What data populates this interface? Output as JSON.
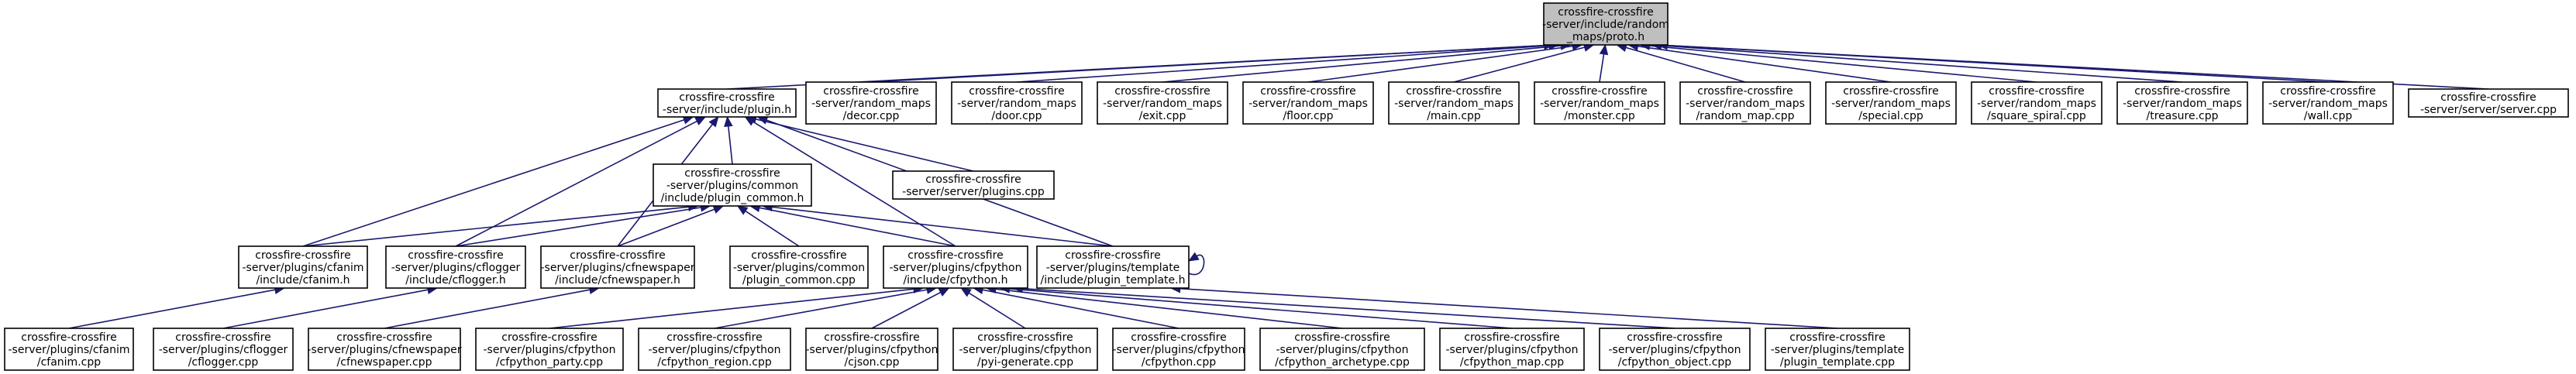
{
  "nodes": [
    {
      "id": "proto",
      "lines": [
        "crossfire-crossfire",
        "-server/include/random",
        "_maps/proto.h"
      ],
      "root": true
    },
    {
      "id": "plugin_h",
      "lines": [
        "crossfire-crossfire",
        "-server/include/plugin.h"
      ]
    },
    {
      "id": "decor",
      "lines": [
        "crossfire-crossfire",
        "-server/random_maps",
        "/decor.cpp"
      ]
    },
    {
      "id": "door",
      "lines": [
        "crossfire-crossfire",
        "-server/random_maps",
        "/door.cpp"
      ]
    },
    {
      "id": "exit",
      "lines": [
        "crossfire-crossfire",
        "-server/random_maps",
        "/exit.cpp"
      ]
    },
    {
      "id": "floor",
      "lines": [
        "crossfire-crossfire",
        "-server/random_maps",
        "/floor.cpp"
      ]
    },
    {
      "id": "main",
      "lines": [
        "crossfire-crossfire",
        "-server/random_maps",
        "/main.cpp"
      ]
    },
    {
      "id": "monster",
      "lines": [
        "crossfire-crossfire",
        "-server/random_maps",
        "/monster.cpp"
      ]
    },
    {
      "id": "random_map",
      "lines": [
        "crossfire-crossfire",
        "-server/random_maps",
        "/random_map.cpp"
      ]
    },
    {
      "id": "special",
      "lines": [
        "crossfire-crossfire",
        "-server/random_maps",
        "/special.cpp"
      ]
    },
    {
      "id": "square_spiral",
      "lines": [
        "crossfire-crossfire",
        "-server/random_maps",
        "/square_spiral.cpp"
      ]
    },
    {
      "id": "treasure",
      "lines": [
        "crossfire-crossfire",
        "-server/random_maps",
        "/treasure.cpp"
      ]
    },
    {
      "id": "wall",
      "lines": [
        "crossfire-crossfire",
        "-server/random_maps",
        "/wall.cpp"
      ]
    },
    {
      "id": "server",
      "lines": [
        "crossfire-crossfire",
        "-server/server/server.cpp"
      ]
    },
    {
      "id": "plugin_common_h",
      "lines": [
        "crossfire-crossfire",
        "-server/plugins/common",
        "/include/plugin_common.h"
      ]
    },
    {
      "id": "plugins_cpp",
      "lines": [
        "crossfire-crossfire",
        "-server/server/plugins.cpp"
      ]
    },
    {
      "id": "cfanim_h",
      "lines": [
        "crossfire-crossfire",
        "-server/plugins/cfanim",
        "/include/cfanim.h"
      ]
    },
    {
      "id": "cflogger_h",
      "lines": [
        "crossfire-crossfire",
        "-server/plugins/cflogger",
        "/include/cflogger.h"
      ]
    },
    {
      "id": "cfnewspaper_h",
      "lines": [
        "crossfire-crossfire",
        "-server/plugins/cfnewspaper",
        "/include/cfnewspaper.h"
      ]
    },
    {
      "id": "plugin_common_cpp",
      "lines": [
        "crossfire-crossfire",
        "-server/plugins/common",
        "/plugin_common.cpp"
      ]
    },
    {
      "id": "cfpython_h",
      "lines": [
        "crossfire-crossfire",
        "-server/plugins/cfpython",
        "/include/cfpython.h"
      ]
    },
    {
      "id": "plugin_template_h",
      "lines": [
        "crossfire-crossfire",
        "-server/plugins/template",
        "/include/plugin_template.h"
      ]
    },
    {
      "id": "cfanim_cpp",
      "lines": [
        "crossfire-crossfire",
        "-server/plugins/cfanim",
        "/cfanim.cpp"
      ]
    },
    {
      "id": "cflogger_cpp",
      "lines": [
        "crossfire-crossfire",
        "-server/plugins/cflogger",
        "/cflogger.cpp"
      ]
    },
    {
      "id": "cfnewspaper_cpp",
      "lines": [
        "crossfire-crossfire",
        "-server/plugins/cfnewspaper",
        "/cfnewspaper.cpp"
      ]
    },
    {
      "id": "cfpython_party",
      "lines": [
        "crossfire-crossfire",
        "-server/plugins/cfpython",
        "/cfpython_party.cpp"
      ]
    },
    {
      "id": "cfpython_region",
      "lines": [
        "crossfire-crossfire",
        "-server/plugins/cfpython",
        "/cfpython_region.cpp"
      ]
    },
    {
      "id": "cjson",
      "lines": [
        "crossfire-crossfire",
        "-server/plugins/cfpython",
        "/cjson.cpp"
      ]
    },
    {
      "id": "pyi_generate",
      "lines": [
        "crossfire-crossfire",
        "-server/plugins/cfpython",
        "/pyi-generate.cpp"
      ]
    },
    {
      "id": "cfpython_cpp",
      "lines": [
        "crossfire-crossfire",
        "-server/plugins/cfpython",
        "/cfpython.cpp"
      ]
    },
    {
      "id": "cfpython_archetype",
      "lines": [
        "crossfire-crossfire",
        "-server/plugins/cfpython",
        "/cfpython_archetype.cpp"
      ]
    },
    {
      "id": "cfpython_map",
      "lines": [
        "crossfire-crossfire",
        "-server/plugins/cfpython",
        "/cfpython_map.cpp"
      ]
    },
    {
      "id": "cfpython_object",
      "lines": [
        "crossfire-crossfire",
        "-server/plugins/cfpython",
        "/cfpython_object.cpp"
      ]
    },
    {
      "id": "plugin_template_cpp",
      "lines": [
        "crossfire-crossfire",
        "-server/plugins/template",
        "/plugin_template.cpp"
      ]
    }
  ],
  "edges": [
    [
      "plugin_h",
      "proto"
    ],
    [
      "decor",
      "proto"
    ],
    [
      "door",
      "proto"
    ],
    [
      "exit",
      "proto"
    ],
    [
      "floor",
      "proto"
    ],
    [
      "main",
      "proto"
    ],
    [
      "monster",
      "proto"
    ],
    [
      "random_map",
      "proto"
    ],
    [
      "special",
      "proto"
    ],
    [
      "square_spiral",
      "proto"
    ],
    [
      "treasure",
      "proto"
    ],
    [
      "wall",
      "proto"
    ],
    [
      "server",
      "proto"
    ],
    [
      "plugin_common_h",
      "plugin_h"
    ],
    [
      "plugins_cpp",
      "plugin_h"
    ],
    [
      "cfanim_h",
      "plugin_h"
    ],
    [
      "cflogger_h",
      "plugin_h"
    ],
    [
      "cfnewspaper_h",
      "plugin_h"
    ],
    [
      "cfpython_h",
      "plugin_h"
    ],
    [
      "plugin_template_h",
      "plugin_h"
    ],
    [
      "cfanim_h",
      "plugin_common_h"
    ],
    [
      "cflogger_h",
      "plugin_common_h"
    ],
    [
      "cfnewspaper_h",
      "plugin_common_h"
    ],
    [
      "plugin_common_cpp",
      "plugin_common_h"
    ],
    [
      "cfpython_h",
      "plugin_common_h"
    ],
    [
      "plugin_template_h",
      "plugin_common_h"
    ],
    [
      "plugin_template_h",
      "plugin_template_h"
    ],
    [
      "cfanim_cpp",
      "cfanim_h"
    ],
    [
      "cflogger_cpp",
      "cflogger_h"
    ],
    [
      "cfnewspaper_cpp",
      "cfnewspaper_h"
    ],
    [
      "cfpython_party",
      "cfpython_h"
    ],
    [
      "cfpython_region",
      "cfpython_h"
    ],
    [
      "cjson",
      "cfpython_h"
    ],
    [
      "pyi_generate",
      "cfpython_h"
    ],
    [
      "cfpython_cpp",
      "cfpython_h"
    ],
    [
      "cfpython_archetype",
      "cfpython_h"
    ],
    [
      "cfpython_map",
      "cfpython_h"
    ],
    [
      "cfpython_object",
      "cfpython_h"
    ],
    [
      "plugin_template_cpp",
      "plugin_template_h"
    ]
  ]
}
